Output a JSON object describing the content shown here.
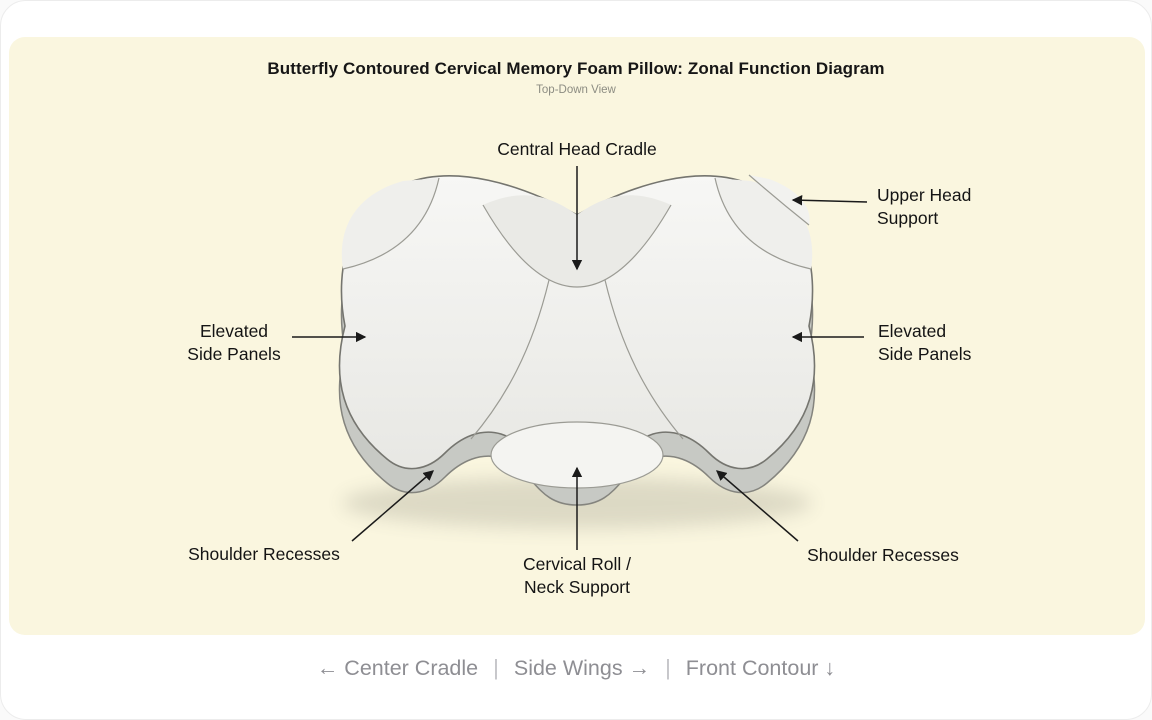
{
  "header": {
    "title": "Butterfly Contoured Cervical Memory Foam Pillow: Zonal Function Diagram",
    "subtitle": "Top-Down View"
  },
  "zones": {
    "central_head_cradle": "Central Head Cradle",
    "upper_head_support": "Upper Head\nSupport",
    "elevated_side_panels_left": "Elevated\nSide Panels",
    "elevated_side_panels_right": "Elevated\nSide Panels",
    "shoulder_recesses_left": "Shoulder Recesses",
    "shoulder_recesses_right": "Shoulder Recesses",
    "cervical_roll": "Cervical Roll /\nNeck Support"
  },
  "footer": {
    "items": [
      "← Center Cradle",
      "Side Wings →",
      "Front Contour ↓"
    ],
    "separator": "|"
  },
  "colors": {
    "panel_background": "#faf6df",
    "card_background": "#ffffff",
    "pillow_fill": "#f2f2ef",
    "pillow_outline": "#75756f",
    "pillow_band": "#c7c9c4",
    "contour_line": "#9b9b94",
    "label_text": "#141414",
    "footer_text": "#8e8e93"
  }
}
